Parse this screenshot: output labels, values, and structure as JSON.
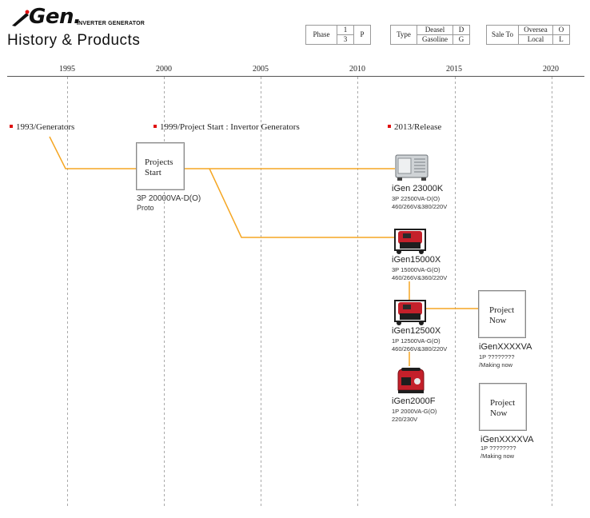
{
  "header": {
    "logo_text": "Gen.",
    "logo_subtitle": "INVERTER GENERATOR",
    "title": "History & Products"
  },
  "legends": {
    "phase": {
      "label": "Phase",
      "rows": [
        [
          "1",
          "P"
        ],
        [
          "3",
          ""
        ]
      ]
    },
    "type": {
      "label": "Type",
      "rows": [
        [
          "Deasel",
          "D"
        ],
        [
          "Gasoline",
          "G"
        ]
      ]
    },
    "sale": {
      "label": "Sale To",
      "rows": [
        [
          "Oversea",
          "O"
        ],
        [
          "Local",
          "L"
        ]
      ]
    }
  },
  "timeline": {
    "years": [
      "1995",
      "2000",
      "2005",
      "2010",
      "2015",
      "2020"
    ]
  },
  "events": [
    {
      "label": "1993/Generators"
    },
    {
      "label": "1999/Project Start : Invertor Generators"
    },
    {
      "label": "2013/Release"
    }
  ],
  "boxes": {
    "projects_start": {
      "line1": "Projects",
      "line2": "Start"
    },
    "project_now_1": {
      "line1": "Project",
      "line2": "Now"
    },
    "project_now_2": {
      "line1": "Project",
      "line2": "Now"
    }
  },
  "products": {
    "proto": {
      "name": "3P 20000VA-D(O)",
      "sub": "Proto"
    },
    "igen23000k": {
      "name": "iGen 23000K",
      "spec1": "3P 22500VA-D(O)",
      "spec2": "460/266V&380/220V"
    },
    "igen15000x": {
      "name": "iGen15000X",
      "spec1": "3P 15000VA-G(O)",
      "spec2": "460/266V&360/220V"
    },
    "igen12500x": {
      "name": "iGen12500X",
      "spec1": "1P 12500VA-G(O)",
      "spec2": "460/266V&380/220V"
    },
    "igen2000f": {
      "name": "iGen2000F",
      "spec1": "1P 2000VA-G(O)",
      "spec2": "220/230V"
    },
    "igenxxxxva_1": {
      "name": "iGenXXXXVA",
      "spec1": "1P ????????",
      "spec2": "/Making now"
    },
    "igenxxxxva_2": {
      "name": "iGenXXXXVA",
      "spec1": "1P ????????",
      "spec2": "/Making now"
    }
  },
  "colors": {
    "connector": "#f5a623",
    "event_marker": "#e01010",
    "gridline": "#aaaaaa",
    "generator_red": "#c4202a",
    "generator_black": "#1e1e1e",
    "generator_silver": "#cfd3d6"
  },
  "icons": [
    "logo-slash-icon",
    "silent-generator-icon",
    "open-frame-generator-icon",
    "portable-inverter-icon"
  ]
}
